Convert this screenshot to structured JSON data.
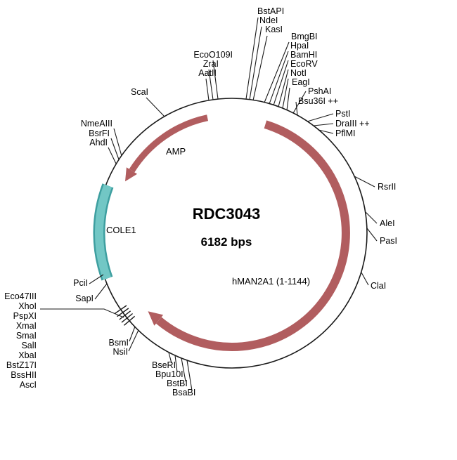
{
  "diagram": {
    "title": "RDC3043",
    "subtitle": "6182 bps",
    "features": {
      "amp": "AMP",
      "ori": "COLE1",
      "insert": "hMAN2A1 (1-1144)"
    },
    "colors": {
      "arrow": "#b15d5f",
      "ori_fill": "#72c7c5",
      "ori_edge": "#3e9fa0",
      "outline": "#1a1a1a"
    },
    "sites": [
      "BstAPI",
      "NdeI",
      "KasI",
      "BmgBI",
      "HpaI",
      "BamHI",
      "EcoRV",
      "NotI",
      "EagI",
      "PshAI",
      "Bsu36I ++",
      "PstI",
      "DraIII ++",
      "PflMI",
      "RsrII",
      "AleI",
      "PasI",
      "ClaI",
      "EcoO109I",
      "ZraI",
      "AatII",
      "ScaI",
      "NmeAIII",
      "BsrFI",
      "AhdI",
      "PciI",
      "SapI",
      "Eco47III",
      "XhoI",
      "PspXI",
      "XmaI",
      "SmaI",
      "SalI",
      "XbaI",
      "BstZ17I",
      "BssHII",
      "AscI",
      "BsmI",
      "NsiI",
      "BseRI",
      "Bpu10I",
      "BstBI",
      "BsaBI"
    ]
  }
}
